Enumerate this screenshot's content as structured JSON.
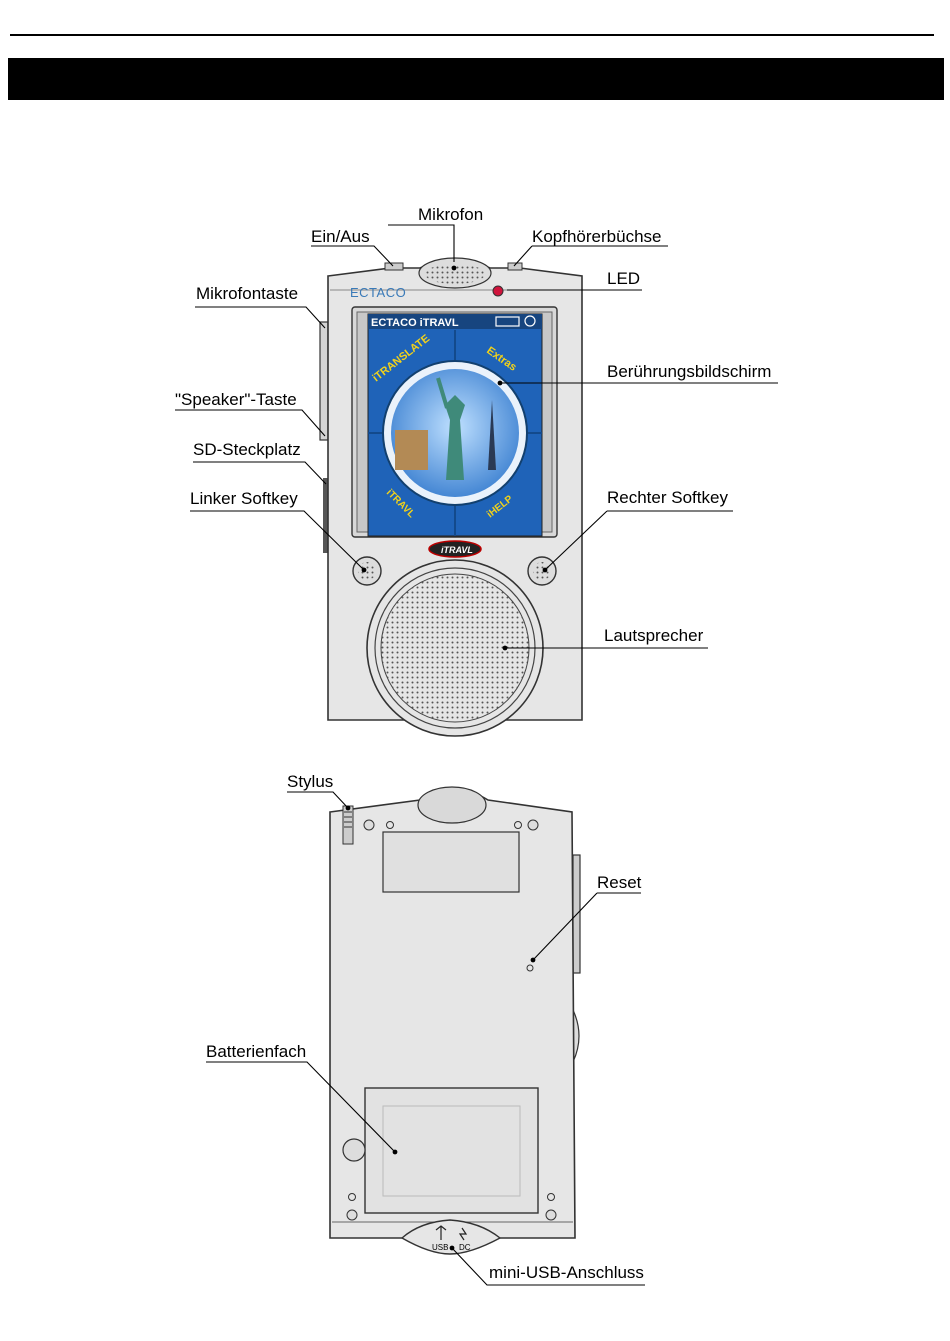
{
  "labels": {
    "mikrofon": "Mikrofon",
    "ein_aus": "Ein/Aus",
    "kopfhoerer": "Kopfhörerbüchse",
    "led": "LED",
    "mikrofontaste": "Mikrofontaste",
    "touchscreen": "Berührungsbildschirm",
    "speaker_taste": "\"Speaker\"-Taste",
    "sd_steckplatz": "SD-Steckplatz",
    "linker_softkey": "Linker Softkey",
    "rechter_softkey": "Rechter Softkey",
    "lautsprecher": "Lautsprecher",
    "stylus": "Stylus",
    "reset": "Reset",
    "batterienfach": "Batterienfach",
    "mini_usb": "mini-USB-Anschluss"
  },
  "device": {
    "brand": "ECTACO",
    "screen_title": "ECTACO iTRAVL",
    "menu_translate": "iTRANSLATE",
    "menu_extras": "Extras",
    "menu_itravl": "iTRAVL",
    "menu_ihelp": "iHELP",
    "logo": "iTRAVL",
    "port_usb": "USB",
    "port_dc": "DC"
  },
  "colors": {
    "body": "#e6e6e6",
    "outline": "#333333",
    "screen_blue": "#1f63b8",
    "led": "#d0143c"
  }
}
